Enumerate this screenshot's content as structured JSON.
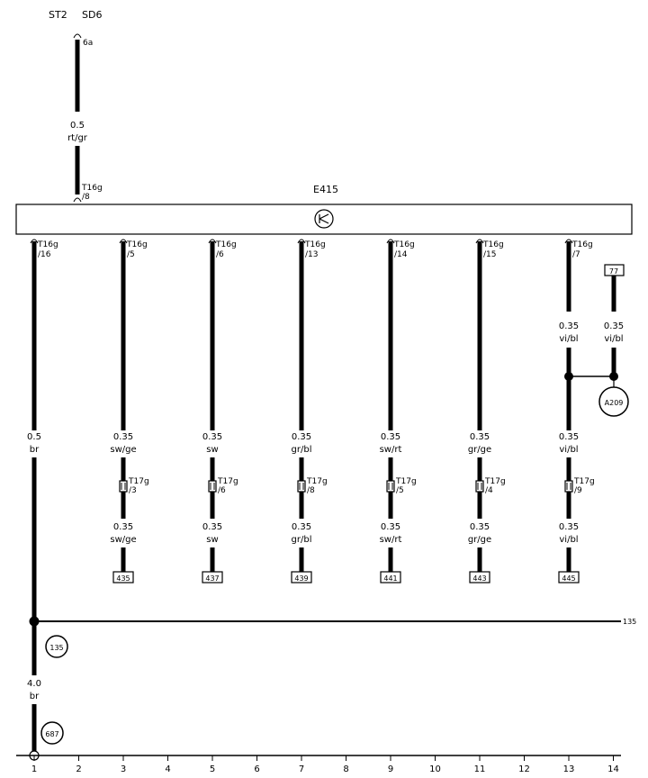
{
  "header": {
    "st_label": "ST2",
    "sd_label": "SD6",
    "sd_pin": "6a"
  },
  "supply_wire": {
    "size": "0.5",
    "color": "rt/gr"
  },
  "component": {
    "id": "E415",
    "input_connector": "T16g",
    "input_pin": "/8"
  },
  "wire_columns": [
    {
      "col": 1,
      "connector": "T16g",
      "pin": "/16",
      "size": "0.5",
      "color": "br"
    },
    {
      "col": 3,
      "connector": "T16g",
      "pin": "/5",
      "size": "0.35",
      "color": "sw/ge",
      "plug": "T17g",
      "plug_pin": "/3",
      "size2": "0.35",
      "color2": "sw/ge",
      "ref": "435"
    },
    {
      "col": 5,
      "connector": "T16g",
      "pin": "/6",
      "size": "0.35",
      "color": "sw",
      "plug": "T17g",
      "plug_pin": "/6",
      "size2": "0.35",
      "color2": "sw",
      "ref": "437"
    },
    {
      "col": 7,
      "connector": "T16g",
      "pin": "/13",
      "size": "0.35",
      "color": "gr/bl",
      "plug": "T17g",
      "plug_pin": "/8",
      "size2": "0.35",
      "color2": "gr/bl",
      "ref": "439"
    },
    {
      "col": 9,
      "connector": "T16g",
      "pin": "/14",
      "size": "0.35",
      "color": "sw/rt",
      "plug": "T17g",
      "plug_pin": "/5",
      "size2": "0.35",
      "color2": "sw/rt",
      "ref": "441"
    },
    {
      "col": 11,
      "connector": "T16g",
      "pin": "/15",
      "size": "0.35",
      "color": "gr/ge",
      "plug": "T17g",
      "plug_pin": "/4",
      "size2": "0.35",
      "color2": "gr/ge",
      "ref": "443"
    },
    {
      "col": 13,
      "connector": "T16g",
      "pin": "/7",
      "size": "0.35",
      "color": "vi/bl",
      "size_top": "0.35",
      "color_top": "vi/bl",
      "plug": "T17g",
      "plug_pin": "/9",
      "size2": "0.35",
      "color2": "vi/bl",
      "ref": "445"
    }
  ],
  "branch": {
    "ref_box": "77",
    "size": "0.35",
    "color": "vi/bl",
    "node": "A209"
  },
  "ground_line": {
    "ref": "135",
    "node": "135"
  },
  "ground_wire": {
    "size": "4.0",
    "color": "br",
    "node": "687"
  },
  "grid_numbers": [
    "1",
    "2",
    "3",
    "4",
    "5",
    "6",
    "7",
    "8",
    "9",
    "10",
    "11",
    "12",
    "13",
    "14"
  ]
}
